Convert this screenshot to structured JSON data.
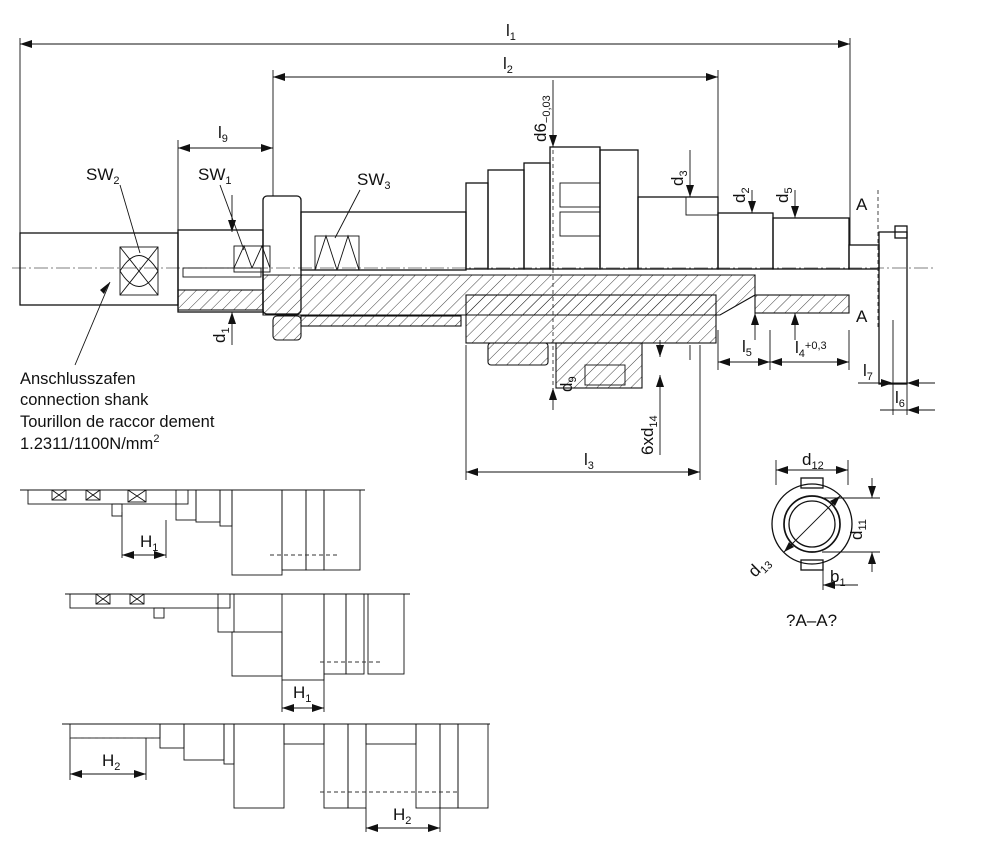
{
  "dimensions": {
    "l1": {
      "main": "l",
      "sub": "1"
    },
    "l2": {
      "main": "l",
      "sub": "2"
    },
    "l3": {
      "main": "l",
      "sub": "3"
    },
    "l4": {
      "main": "l",
      "sub": "4",
      "tol": "+0,3"
    },
    "l5": {
      "main": "l",
      "sub": "5"
    },
    "l6": {
      "main": "l",
      "sub": "6"
    },
    "l7": {
      "main": "l",
      "sub": "7"
    },
    "l9": {
      "main": "l",
      "sub": "9"
    },
    "d1": {
      "main": "d",
      "sub": "1"
    },
    "d2": {
      "main": "d",
      "sub": "2"
    },
    "d3": {
      "main": "d",
      "sub": "3"
    },
    "d5": {
      "main": "d",
      "sub": "5"
    },
    "d6": {
      "main": "d6",
      "tol": "−0,03"
    },
    "d9": {
      "main": "d",
      "sub": "9"
    },
    "d11": {
      "main": "d",
      "sub": "11"
    },
    "d12": {
      "main": "d",
      "sub": "12"
    },
    "d13": {
      "main": "d",
      "sub": "13"
    },
    "d14": {
      "main": "6xd",
      "sub": "14"
    },
    "b1": {
      "main": "b",
      "sub": "1"
    },
    "sw1": {
      "main": "SW",
      "sub": "1"
    },
    "sw2": {
      "main": "SW",
      "sub": "2"
    },
    "sw3": {
      "main": "SW",
      "sub": "3"
    },
    "h1": {
      "main": "H",
      "sub": "1"
    },
    "h2": {
      "main": "H",
      "sub": "2"
    }
  },
  "section_marks": {
    "top": "A",
    "bottom": "A"
  },
  "section_label": "?A–A?",
  "note": {
    "line1": "Anschlusszafen",
    "line2": "connection shank",
    "line3": "Tourillon de raccor dement",
    "line4_main": "1.2311/1100N/mm",
    "line4_sup": "2"
  }
}
